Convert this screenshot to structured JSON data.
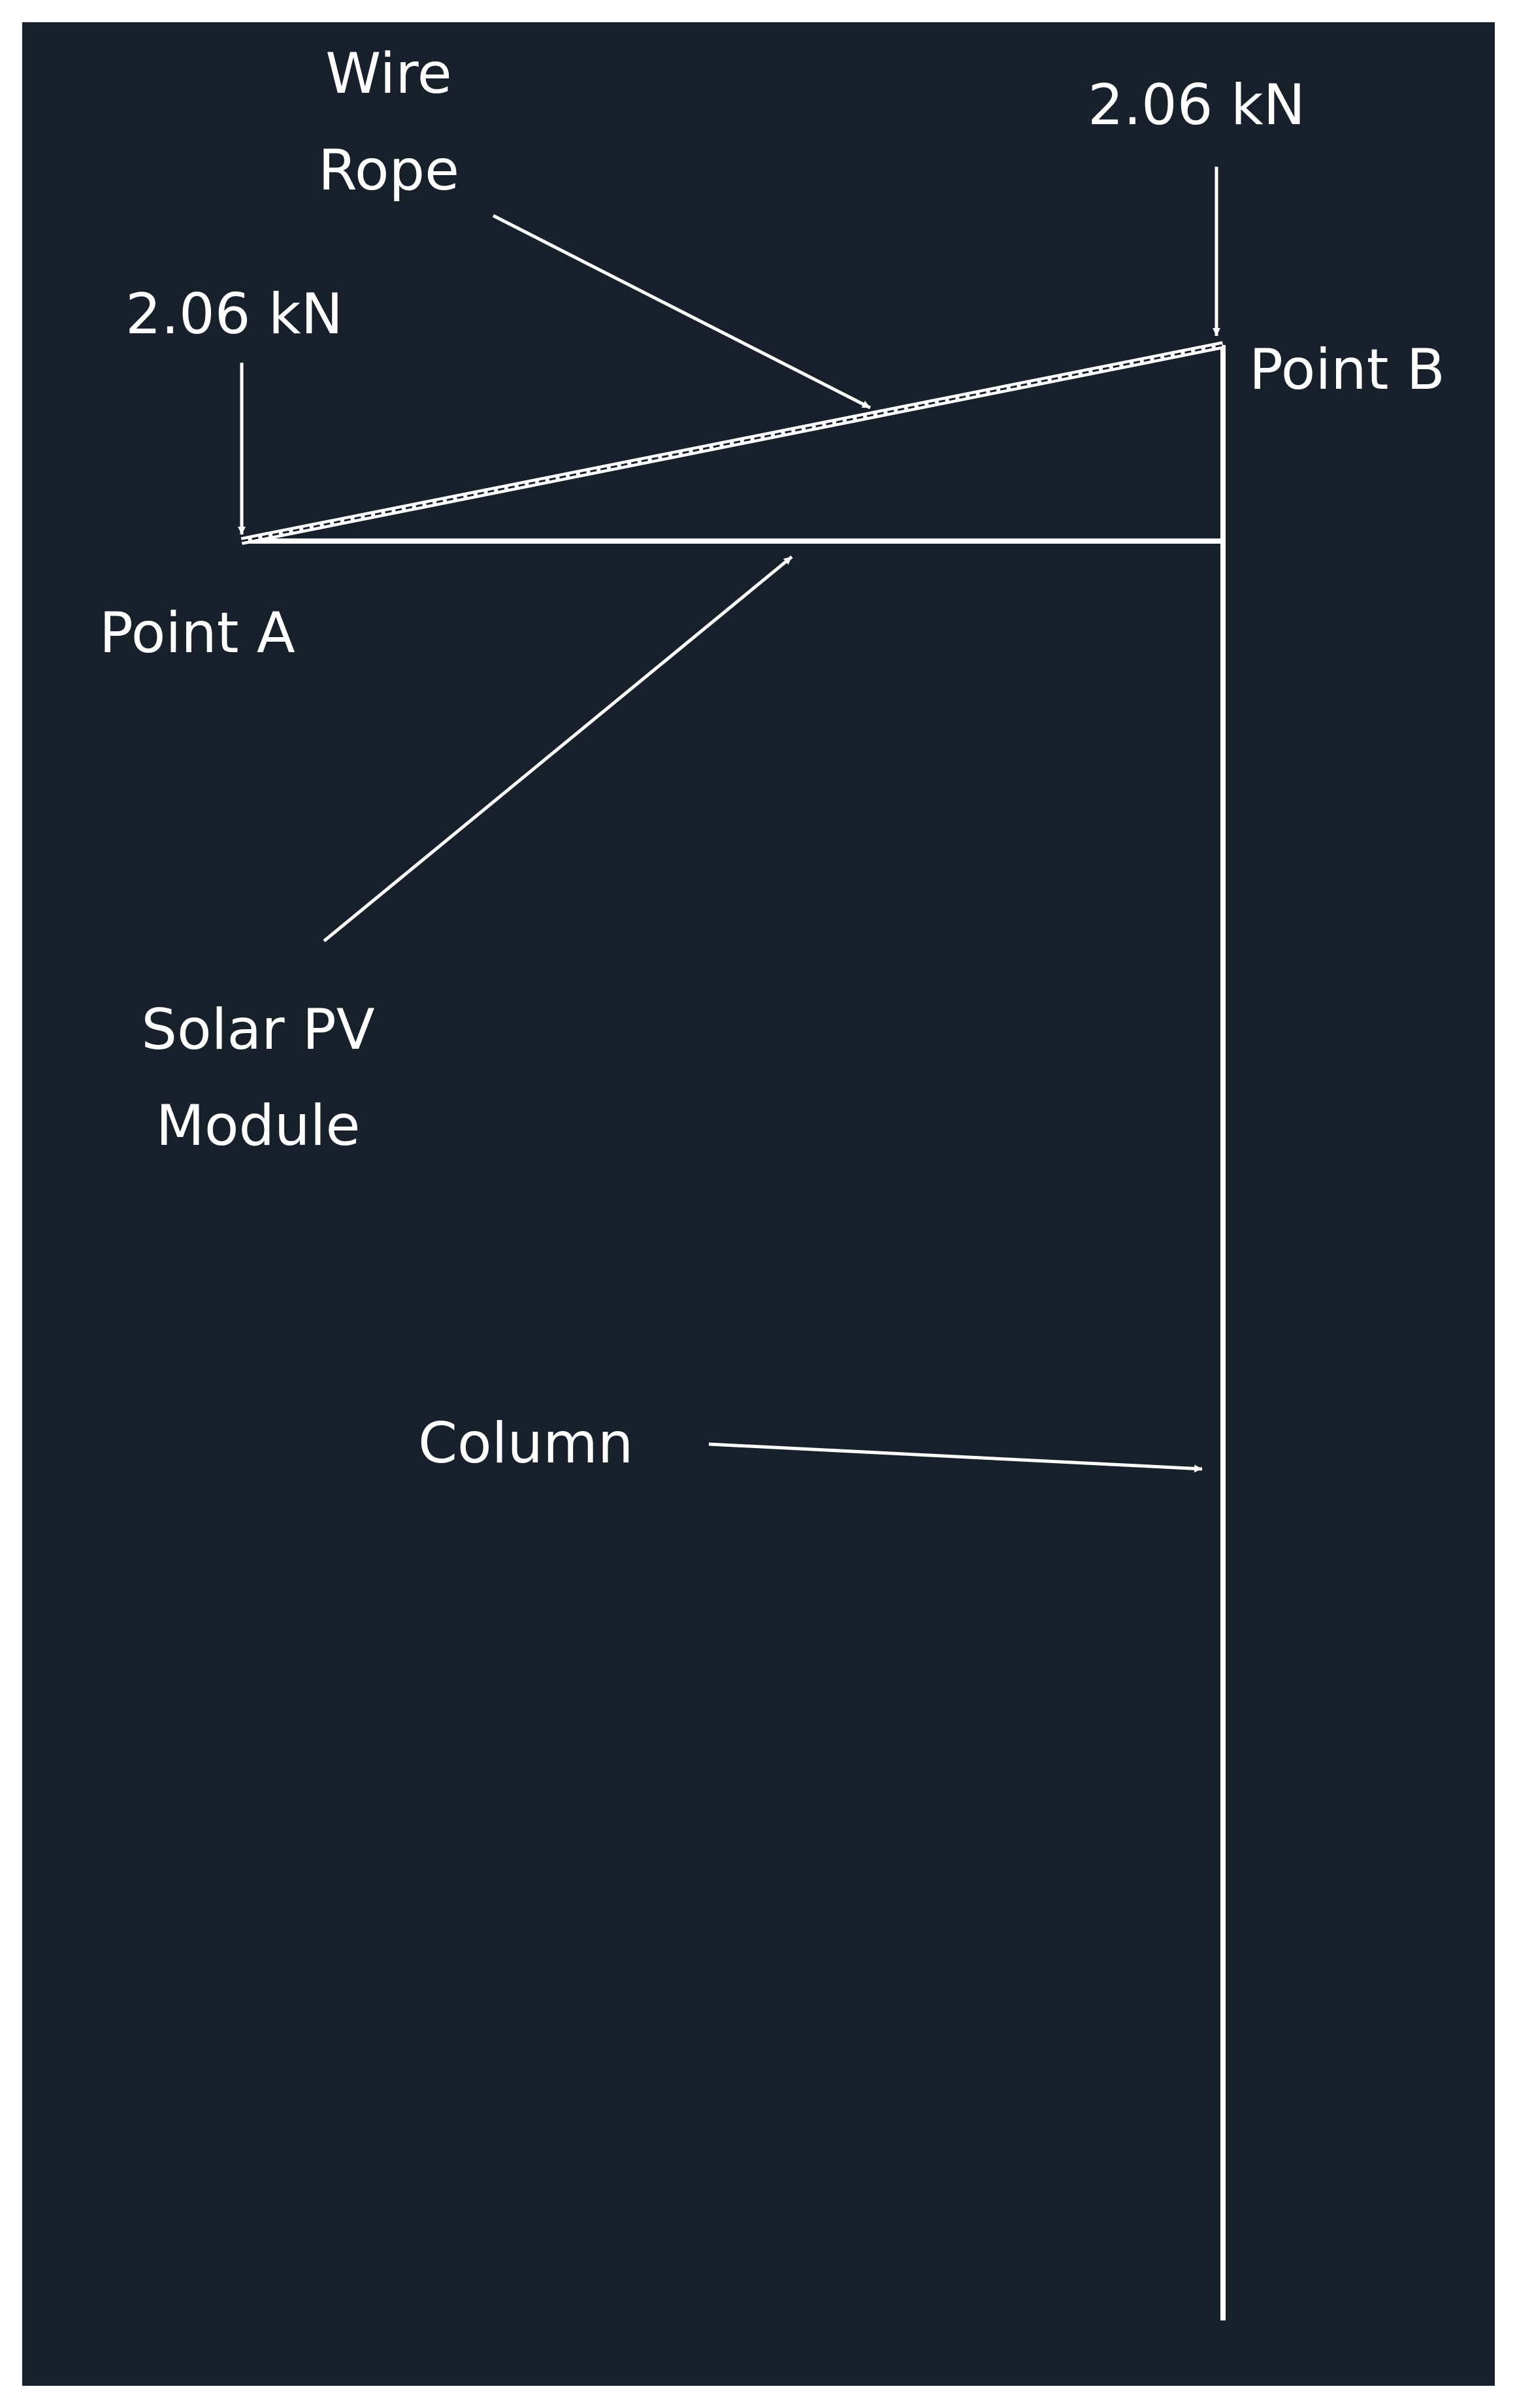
{
  "colors": {
    "background": "#18212b",
    "frame": "#ffffff",
    "line": "#ffffff",
    "text": "#ffffff"
  },
  "labels": {
    "load_left": "2.06 kN",
    "load_right": "2.06 kN",
    "point_a": "Point A",
    "point_b": "Point B",
    "wire_rope_line1": "Wire",
    "wire_rope_line2": "Rope",
    "solar_pv_line1": "Solar PV",
    "solar_pv_line2": "Module",
    "column": "Column"
  }
}
